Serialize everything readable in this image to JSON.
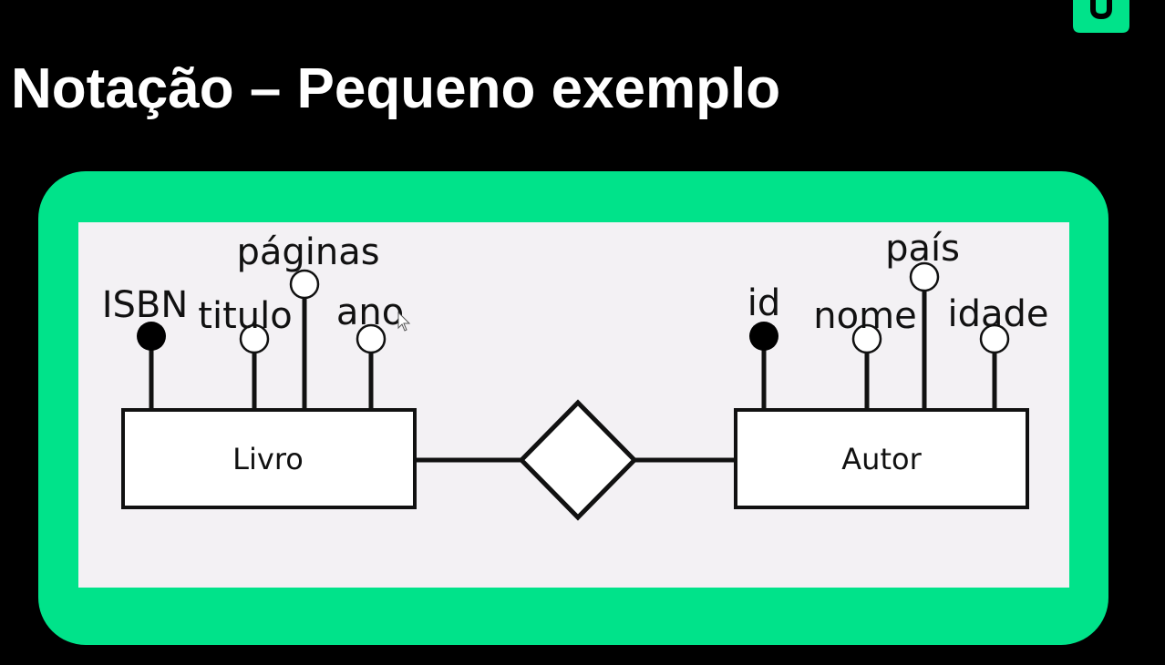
{
  "slide": {
    "title": "Notação – Pequeno exemplo",
    "logo_icon": "brand-logo-icon"
  },
  "colors": {
    "background": "#000000",
    "frame": "#00e38a",
    "canvas": "#f3f1f4",
    "stroke": "#111111",
    "title": "#ffffff"
  },
  "diagram": {
    "entities": [
      {
        "name": "Livro",
        "attributes": [
          {
            "label": "ISBN",
            "key": true
          },
          {
            "label": "titulo",
            "key": false
          },
          {
            "label": "páginas",
            "key": false
          },
          {
            "label": "ano",
            "key": false
          }
        ]
      },
      {
        "name": "Autor",
        "attributes": [
          {
            "label": "id",
            "key": true
          },
          {
            "label": "nome",
            "key": false
          },
          {
            "label": "país",
            "key": false
          },
          {
            "label": "idade",
            "key": false
          }
        ]
      }
    ],
    "relationship": {
      "label": ""
    }
  }
}
